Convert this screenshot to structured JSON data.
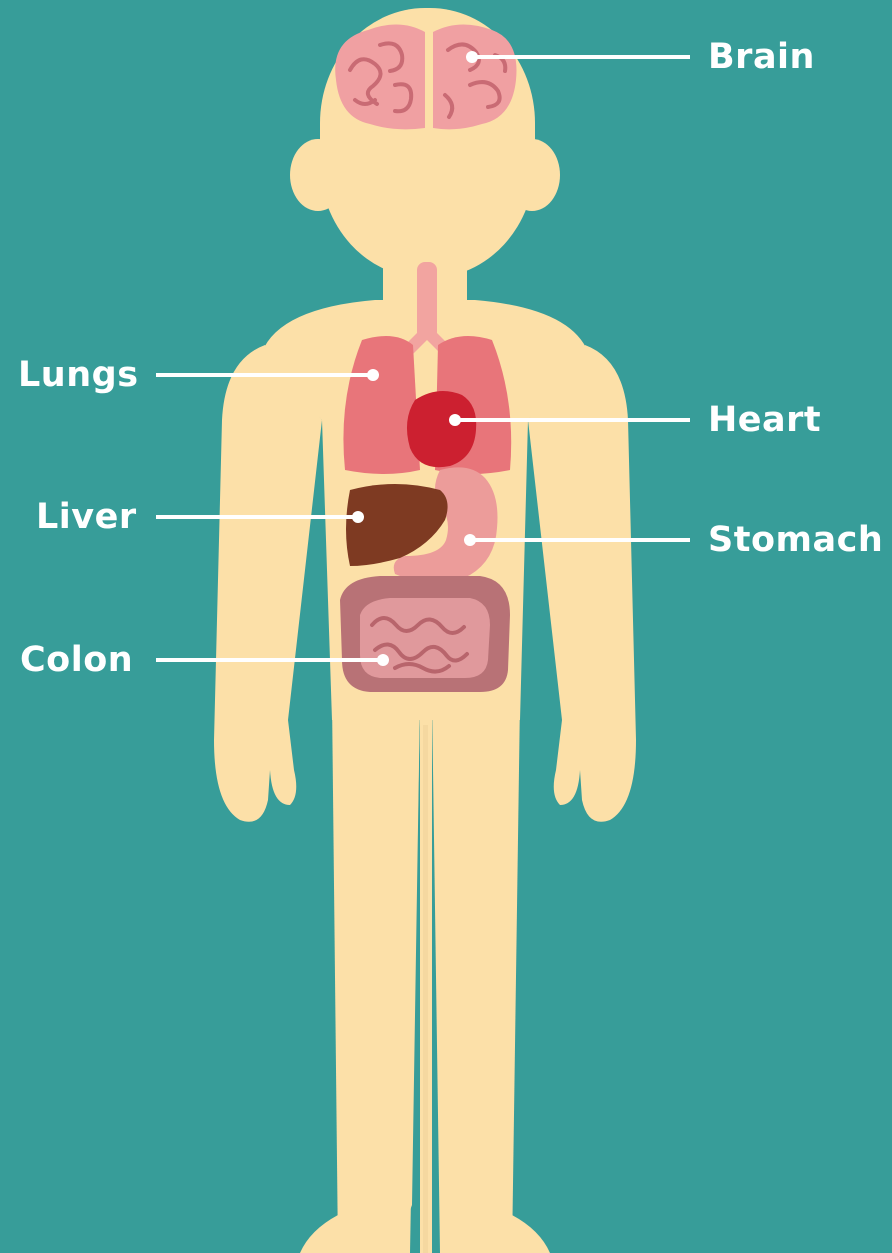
{
  "labels": {
    "brain": "Brain",
    "lungs": "Lungs",
    "heart": "Heart",
    "liver": "Liver",
    "stomach": "Stomach",
    "colon": "Colon"
  },
  "colors": {
    "background": "#379d99",
    "body": "#fce0a8",
    "brain": "#f0a0a2",
    "lungs": "#e8757a",
    "trachea": "#f2a4a0",
    "heart": "#cc2030",
    "liver": "#7e3a22",
    "stomach": "#ec9c9a",
    "colon": "#b87276",
    "intestine": "#e0999c",
    "leader_line": "#ffffff"
  }
}
